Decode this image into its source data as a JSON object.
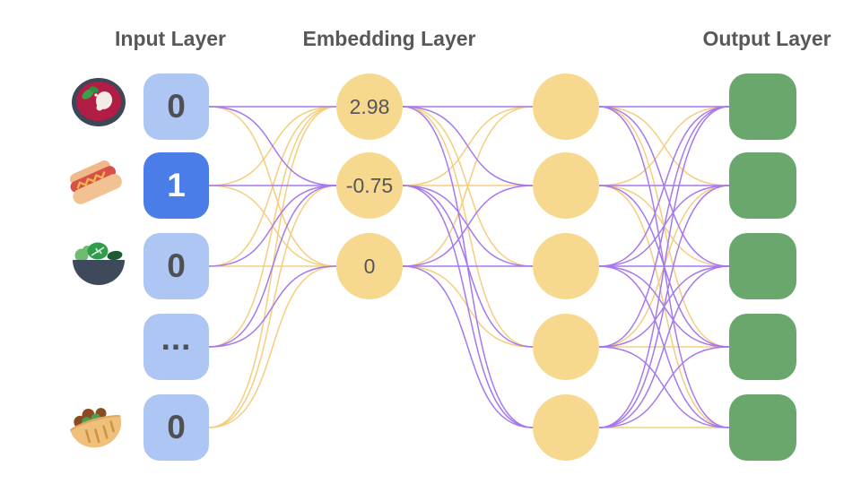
{
  "diagram": {
    "titles": {
      "input": "Input Layer",
      "embedding": "Embedding Layer",
      "output": "Output Layer"
    },
    "input_layer": {
      "nodes": [
        {
          "icon": "soup",
          "value": "0",
          "active": false
        },
        {
          "icon": "hot-dog",
          "value": "1",
          "active": true
        },
        {
          "icon": "salad",
          "value": "0",
          "active": false
        },
        {
          "icon": null,
          "value": "...",
          "active": false
        },
        {
          "icon": "stuffed-flatbread",
          "value": "0",
          "active": false
        }
      ]
    },
    "embedding_layer": {
      "nodes": [
        {
          "value": "2.98"
        },
        {
          "value": "-0.75"
        },
        {
          "value": "0"
        }
      ]
    },
    "hidden_layer": {
      "node_count": 5
    },
    "output_layer": {
      "node_count": 5
    },
    "colors": {
      "input_node": "#aec6f3",
      "input_node_active": "#4a7de8",
      "input_text": "#4f5053",
      "input_text_active": "#ffffff",
      "node_yellow": "#f6d98e",
      "node_green": "#6aa76d",
      "embed_text": "#54565a",
      "title_text": "#58585a",
      "edge_purple": "#a678ee",
      "edge_yellow": "#f5cd7e"
    },
    "edges": {
      "input_to_embedding": [
        [
          "P",
          "P",
          "Y"
        ],
        [
          "Y",
          "P",
          "Y"
        ],
        [
          "Y",
          "P",
          "Y"
        ],
        [
          "Y",
          "P",
          "P"
        ],
        [
          "Y",
          "Y",
          "Y"
        ]
      ],
      "embedding_to_hidden": [
        [
          "P",
          "P",
          "Y",
          "Y",
          "P"
        ],
        [
          "Y",
          "Y",
          "P",
          "P",
          "P"
        ],
        [
          "Y",
          "P",
          "P",
          "Y",
          "P"
        ]
      ],
      "hidden_to_output": [
        [
          "P",
          "Y",
          "P",
          "Y",
          "P"
        ],
        [
          "Y",
          "P",
          "Y",
          "P",
          "Y"
        ],
        [
          "P",
          "P",
          "P",
          "P",
          "P"
        ],
        [
          "P",
          "Y",
          "P",
          "Y",
          "P"
        ],
        [
          "P",
          "P",
          "P",
          "P",
          "Y"
        ]
      ]
    }
  }
}
